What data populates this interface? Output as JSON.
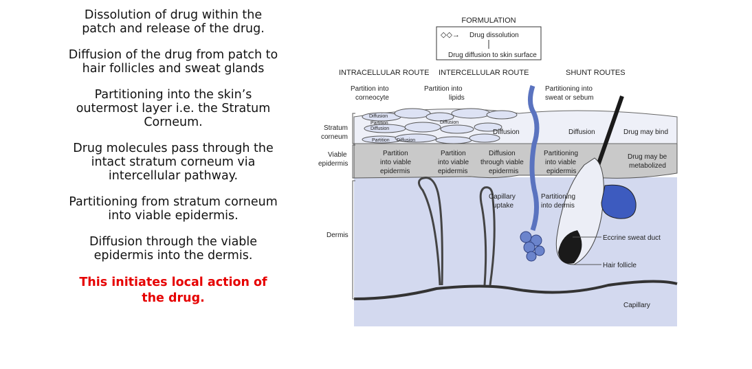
{
  "steps": [
    "Dissolution of drug within the patch and release of the drug.",
    "Diffusion of the drug from patch to hair follicles and sweat glands",
    "Partitioning into the skin’s outermost layer i.e. the Stratum Corneum.",
    "Drug molecules pass through the intact stratum corneum via intercellular pathway.",
    "Partitioning from stratum corneum into viable epidermis.",
    "Diffusion through the viable epidermis into the dermis."
  ],
  "conclusion": "This initiates local action of the drug.",
  "diagram": {
    "formulation": {
      "title": "FORMULATION",
      "dissolution": "Drug dissolution",
      "surface_diffusion": "Drug diffusion to skin surface"
    },
    "routes": {
      "intracellular": "INTRACELLULAR ROUTE",
      "intercellular": "INTERCELLULAR ROUTE",
      "shunt": "SHUNT ROUTES"
    },
    "labels": {
      "partition_corneocyte_1": "Partition into",
      "partition_corneocyte_2": "corneocyte",
      "partition_lipids_1": "Partition into",
      "partition_lipids_2": "lipids",
      "sweat_sebum_1": "Partitioning into",
      "sweat_sebum_2": "sweat or sebum",
      "mini_diffusion": "Diffusion",
      "mini_partition": "Partition",
      "mini_diffusion_2": "Diffusion",
      "mini_diffusion_3": "Diffusion",
      "mini_partition_2": "Partition",
      "mini_diffusion_4": "Diffusion",
      "diffusion_center": "Diffusion",
      "diffusion_shunt": "Diffusion",
      "drug_may_bind": "Drug may bind",
      "metabolized_1": "Drug may be",
      "metabolized_2": "metabolized",
      "pve_a_1": "Partition",
      "pve_a_2": "into viable",
      "pve_a_3": "epidermis",
      "pve_b_1": "Partition",
      "pve_b_2": "into viable",
      "pve_b_3": "epidermis",
      "dve_1": "Diffusion",
      "dve_2": "through viable",
      "dve_3": "epidermis",
      "pve_c_1": "Partitioning",
      "pve_c_2": "into viable",
      "pve_c_3": "epidermis",
      "capillary_uptake_1": "Capillary",
      "capillary_uptake_2": "uptake",
      "into_dermis_1": "Partitioning",
      "into_dermis_2": "into dermis",
      "eccrine": "Eccrine sweat duct",
      "hair_follicle": "Hair follicle",
      "capillary": "Capillary"
    },
    "layers": {
      "stratum_1": "Stratum",
      "stratum_2": "corneum",
      "viable_1": "Viable",
      "viable_2": "epidermis",
      "dermis": "Dermis"
    },
    "colors": {
      "dermis": "#d3d9ef",
      "epidermis": "#c9c9c9",
      "corneocyte": "#dde2f4",
      "drug": "#5a73bf",
      "follicle": "#1a1a1a"
    }
  }
}
